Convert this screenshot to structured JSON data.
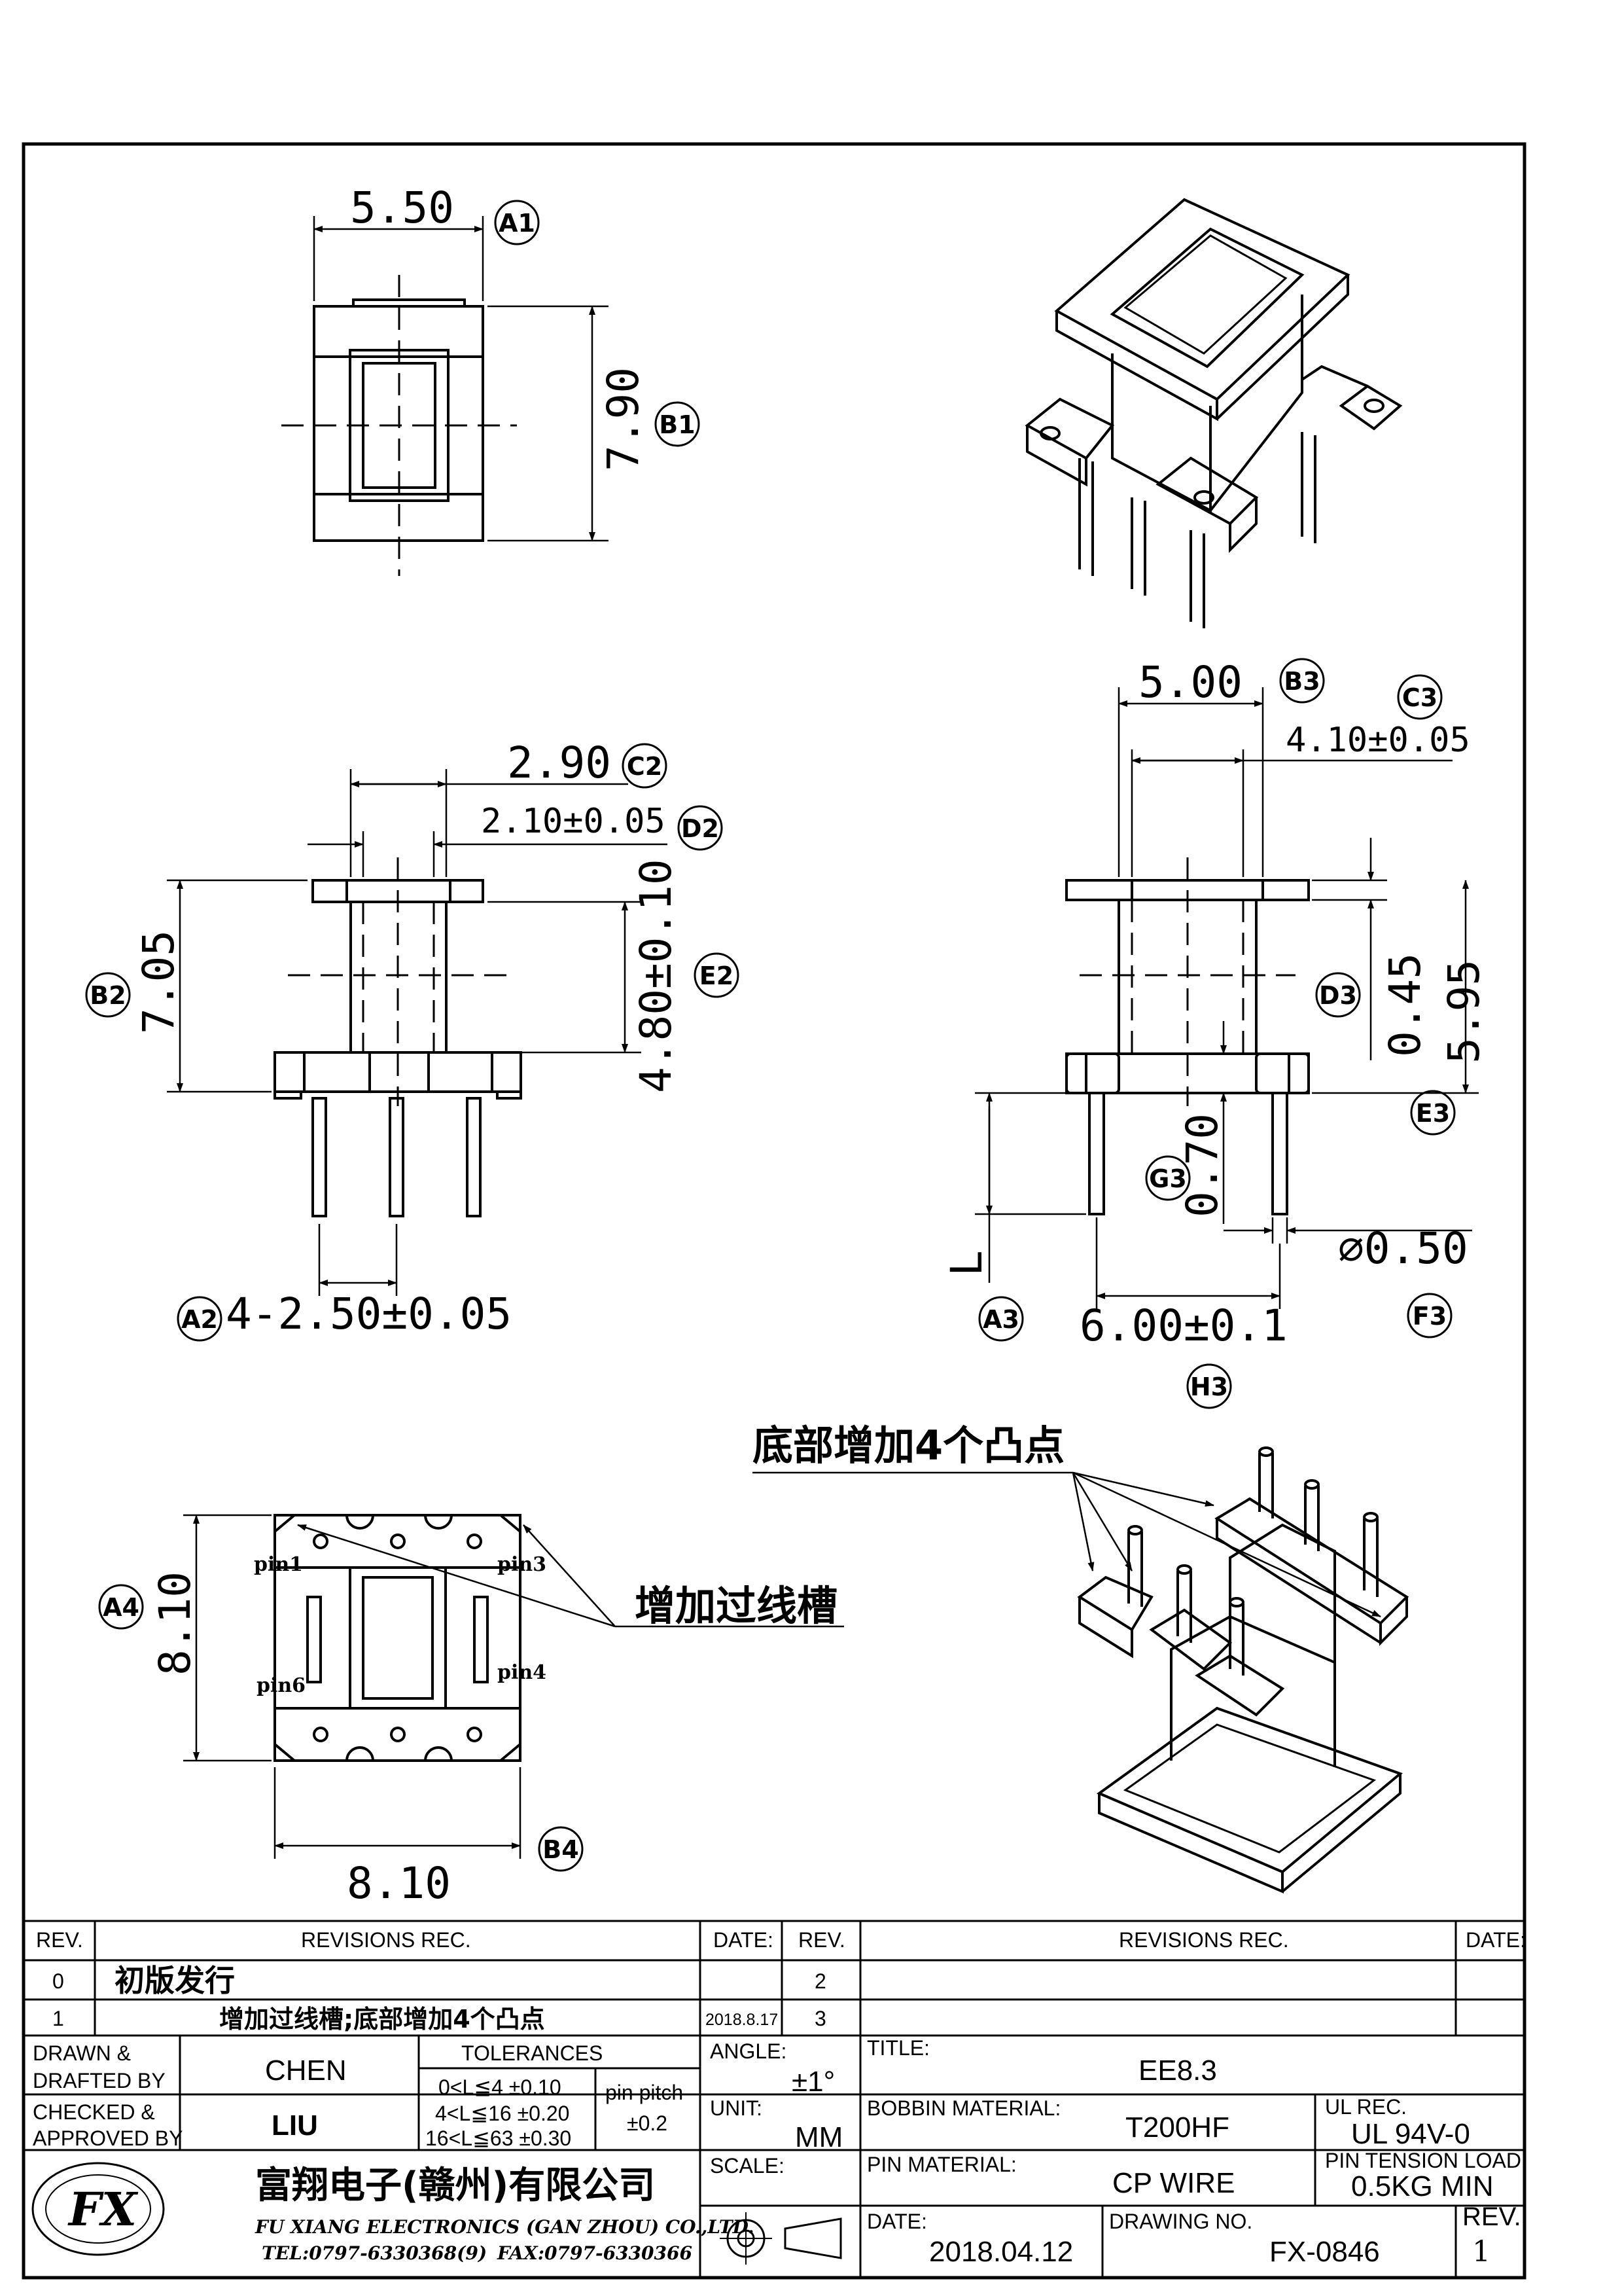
{
  "callouts": {
    "a1": "A1",
    "b1": "B1",
    "b3": "B3",
    "c3": "C3",
    "c2": "C2",
    "d2": "D2",
    "b2": "B2",
    "e2": "E2",
    "d3": "D3",
    "e3": "E3",
    "g3": "G3",
    "a2": "A2",
    "a3": "A3",
    "f3": "F3",
    "h3": "H3",
    "a4": "A4",
    "b4": "B4"
  },
  "dims": {
    "top_width": "5.50",
    "top_height": "7.90",
    "right_width": "5.00",
    "right_inner": "4.10±0.05",
    "right_gap": "0.45",
    "right_height": "5.95",
    "right_pin_l": "L",
    "right_g3": "0.70",
    "right_pin_dia": "⌀0.50",
    "right_pin_span": "6.00±0.1",
    "front_width": "2.90",
    "front_inner": "2.10±0.05",
    "front_height": "7.05",
    "front_window": "4.80±0.10",
    "front_pitch": "4-2.50±0.05",
    "bottom_height": "8.10",
    "bottom_width": "8.10"
  },
  "notes": {
    "bumps": "底部增加4个凸点",
    "groove": "增加过线槽",
    "pin1": "pin1",
    "pin3": "pin3",
    "pin4": "pin4",
    "pin6": "pin6"
  },
  "title_block": {
    "rev_h": "REV.",
    "revisions_h": "REVISIONS   REC.",
    "date_h": "DATE:",
    "rev_h2": "REV.",
    "revisions_h2": "REVISIONS   REC.",
    "date_h2": "DATE:",
    "rows": [
      {
        "rev": "0",
        "text": "初版发行",
        "date": "",
        "rev2": "2"
      },
      {
        "rev": "1",
        "text": "增加过线槽;底部增加4个凸点",
        "date": "2018.8.17",
        "rev2": "3"
      }
    ],
    "drawn_label": "DRAWN &\nDRAFTED BY",
    "drawn": "CHEN",
    "checked_label": "CHECKED &\nAPPROVED BY",
    "checked": "LIU",
    "tolerances": "TOLERANCES",
    "tol1": "0<L≦4    ±0.10",
    "tol2": "4<L≦16  ±0.20",
    "tol3": "16<L≦63  ±0.30",
    "pin_pitch": "pin pitch",
    "pin_pitch_tol": "±0.2",
    "angle_label": "ANGLE:",
    "angle": "±1°",
    "unit_label": "UNIT:",
    "unit": "MM",
    "scale_label": "SCALE:",
    "title_label": "TITLE:",
    "title": "EE8.3",
    "bobbin_label": "BOBBIN MATERIAL:",
    "bobbin": "T200HF",
    "ul_label": "UL REC.",
    "ul": "UL  94V-0",
    "pinmat_label": "PIN MATERIAL:",
    "pinmat": "CP  WIRE",
    "tension_label": "PIN TENSION LOAD:",
    "tension": "0.5KG  MIN",
    "date_label": "DATE:",
    "date": "2018.04.12",
    "dwg_label": "DRAWING NO.",
    "dwg": "FX-0846",
    "rev_label": "REV.",
    "rev": "1",
    "company_cn": "富翔电子(赣州)有限公司",
    "company_en": "FU XIANG ELECTRONICS (GAN ZHOU) CO.,LTD.",
    "tel": "TEL:0797-6330368(9)",
    "fax": "FAX:0797-6330366",
    "logo": "FX"
  }
}
